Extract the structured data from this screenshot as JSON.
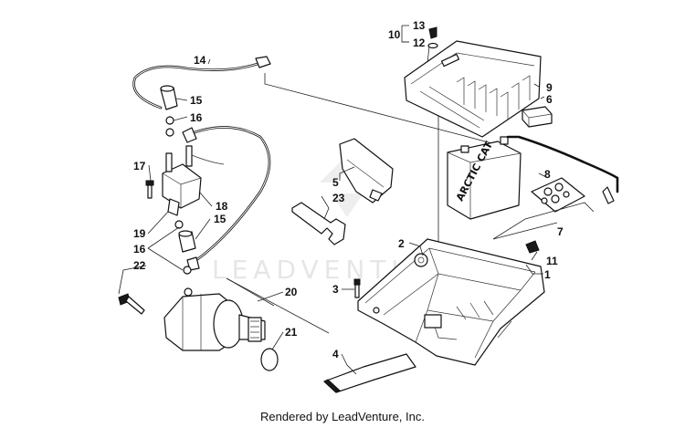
{
  "watermark": {
    "brand": "LEADVENTURE"
  },
  "battery": {
    "brand_label": "ARCTIC CAT"
  },
  "callouts": {
    "c1": "1",
    "c2": "2",
    "c3": "3",
    "c4": "4",
    "c5": "5",
    "c6": "6",
    "c7": "7",
    "c8": "8",
    "c9": "9",
    "c10": "10",
    "c11": "11",
    "c12": "12",
    "c13": "13",
    "c14": "14",
    "c15a": "15",
    "c15b": "15",
    "c16a": "16",
    "c16b": "16",
    "c17": "17",
    "c18": "18",
    "c19": "19",
    "c20": "20",
    "c21": "21",
    "c22": "22",
    "c23": "23"
  },
  "footer": {
    "credit": "Rendered by LeadVenture, Inc."
  }
}
